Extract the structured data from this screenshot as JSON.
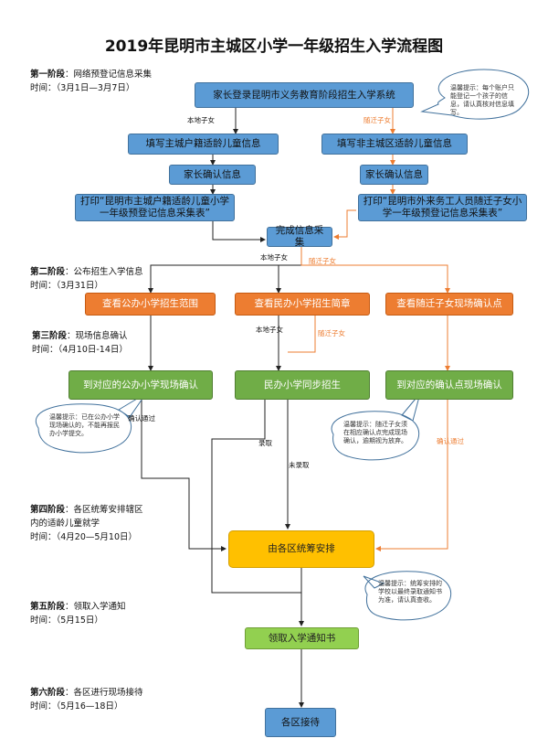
{
  "title": "2019年昆明市主城区小学一年级招生入学流程图",
  "stages": [
    {
      "name": "第一阶段",
      "desc": "：网络预登记信息采集",
      "time": "时间：（3月1日—3月7日）"
    },
    {
      "name": "第二阶段",
      "desc": "：公布招生入学信息",
      "time": "时间：（3月31日）"
    },
    {
      "name": "第三阶段",
      "desc": "：现场信息确认",
      "time": "时间：（4月10日-14日）"
    },
    {
      "name": "第四阶段",
      "desc": "：各区统筹安排辖区",
      "desc2": "内的适龄儿童就学",
      "time": "时间：（4月20—5月10日）"
    },
    {
      "name": "第五阶段",
      "desc": "：领取入学通知",
      "time": "时间：（5月15日）"
    },
    {
      "name": "第六阶段",
      "desc": "：各区进行现场接待",
      "time": "时间：（5月16—18日）"
    }
  ],
  "nodes": {
    "login": "家长登录昆明市义务教育阶段招生入学系统",
    "fill_local": "填写主城户籍适龄儿童信息",
    "fill_migrant": "填写非主城区适龄儿童信息",
    "confirm_local": "家长确认信息",
    "confirm_migrant": "家长确认信息",
    "print_local": "打印“昆明市主城户籍适龄儿童小学一年级预登记信息采集表”",
    "print_migrant": "打印“昆明市外来务工人员随迁子女小学一年级预登记信息采集表”",
    "complete": "完成信息采集",
    "public_scope": "查看公办小学招生范围",
    "private_brief": "查看民办小学招生简章",
    "migrant_points": "查看随迁子女现场确认点",
    "public_confirm": "到对应的公办小学现场确认",
    "private_sync": "民办小学同步招生",
    "point_confirm": "到对应的确认点现场确认",
    "district_plan": "由各区统筹安排",
    "get_notice": "领取入学通知书",
    "district_reception": "各区接待"
  },
  "labels": {
    "local1": "本地子女",
    "migrant1": "随迁子女",
    "local2": "本地子女",
    "migrant2": "随迁子女",
    "local3": "本地子女",
    "migrant3": "随迁子女",
    "confirm_pass1": "确认通过",
    "confirm_pass2": "确认通过",
    "admitted": "录取",
    "not_admitted": "未录取"
  },
  "notes": {
    "n1": "温馨提示：每个账户只能登记一个孩子的信息，请认真核对信息填写。",
    "n2": "温馨提示：已在公办小学现场确认的，不能再报民办小学提交。",
    "n3": "温馨提示：随迁子女须在相应确认点完成现场确认，逾期视为放弃。",
    "n4": "温馨提示：统筹安排的学校以最终录取通知书为准，请认真查收。"
  },
  "colors": {
    "blue": "#5b9bd5",
    "orange": "#ed7d31",
    "green": "#70ad47",
    "light_green": "#92d050",
    "yellow": "#ffc000"
  }
}
